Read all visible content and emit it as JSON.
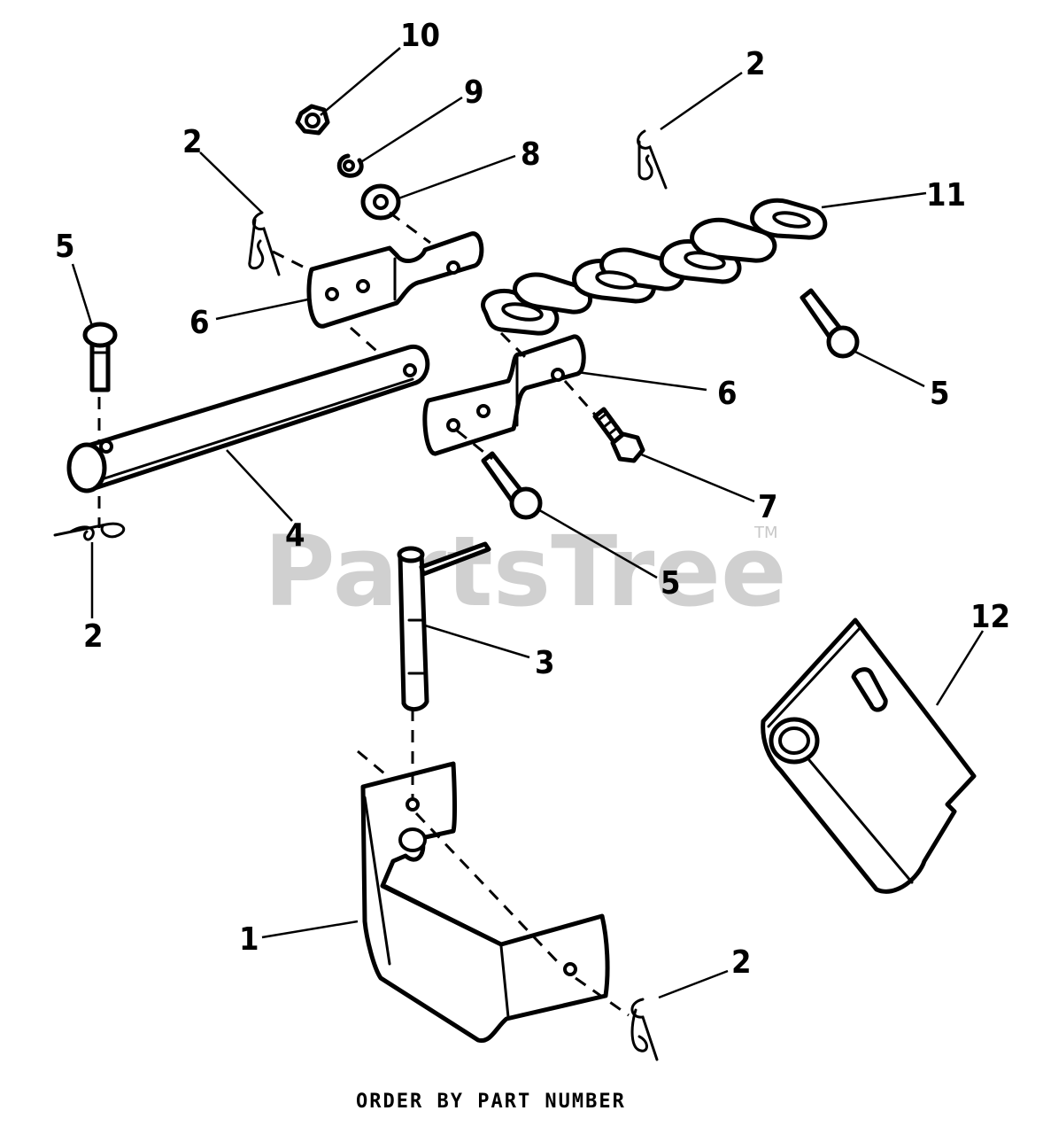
{
  "watermark": {
    "text": "PartsTree",
    "trademark": "TM"
  },
  "footer": "ORDER BY PART NUMBER",
  "callouts": {
    "c10": "10",
    "c9": "9",
    "c8": "8",
    "c2_top_left": "2",
    "c2_top_right": "2",
    "c11": "11",
    "c5_left": "5",
    "c6_left": "6",
    "c6_right": "6",
    "c5_right": "5",
    "c7": "7",
    "c4": "4",
    "c5_center": "5",
    "c2_left": "2",
    "c3": "3",
    "c12": "12",
    "c1": "1",
    "c2_bottom": "2"
  }
}
